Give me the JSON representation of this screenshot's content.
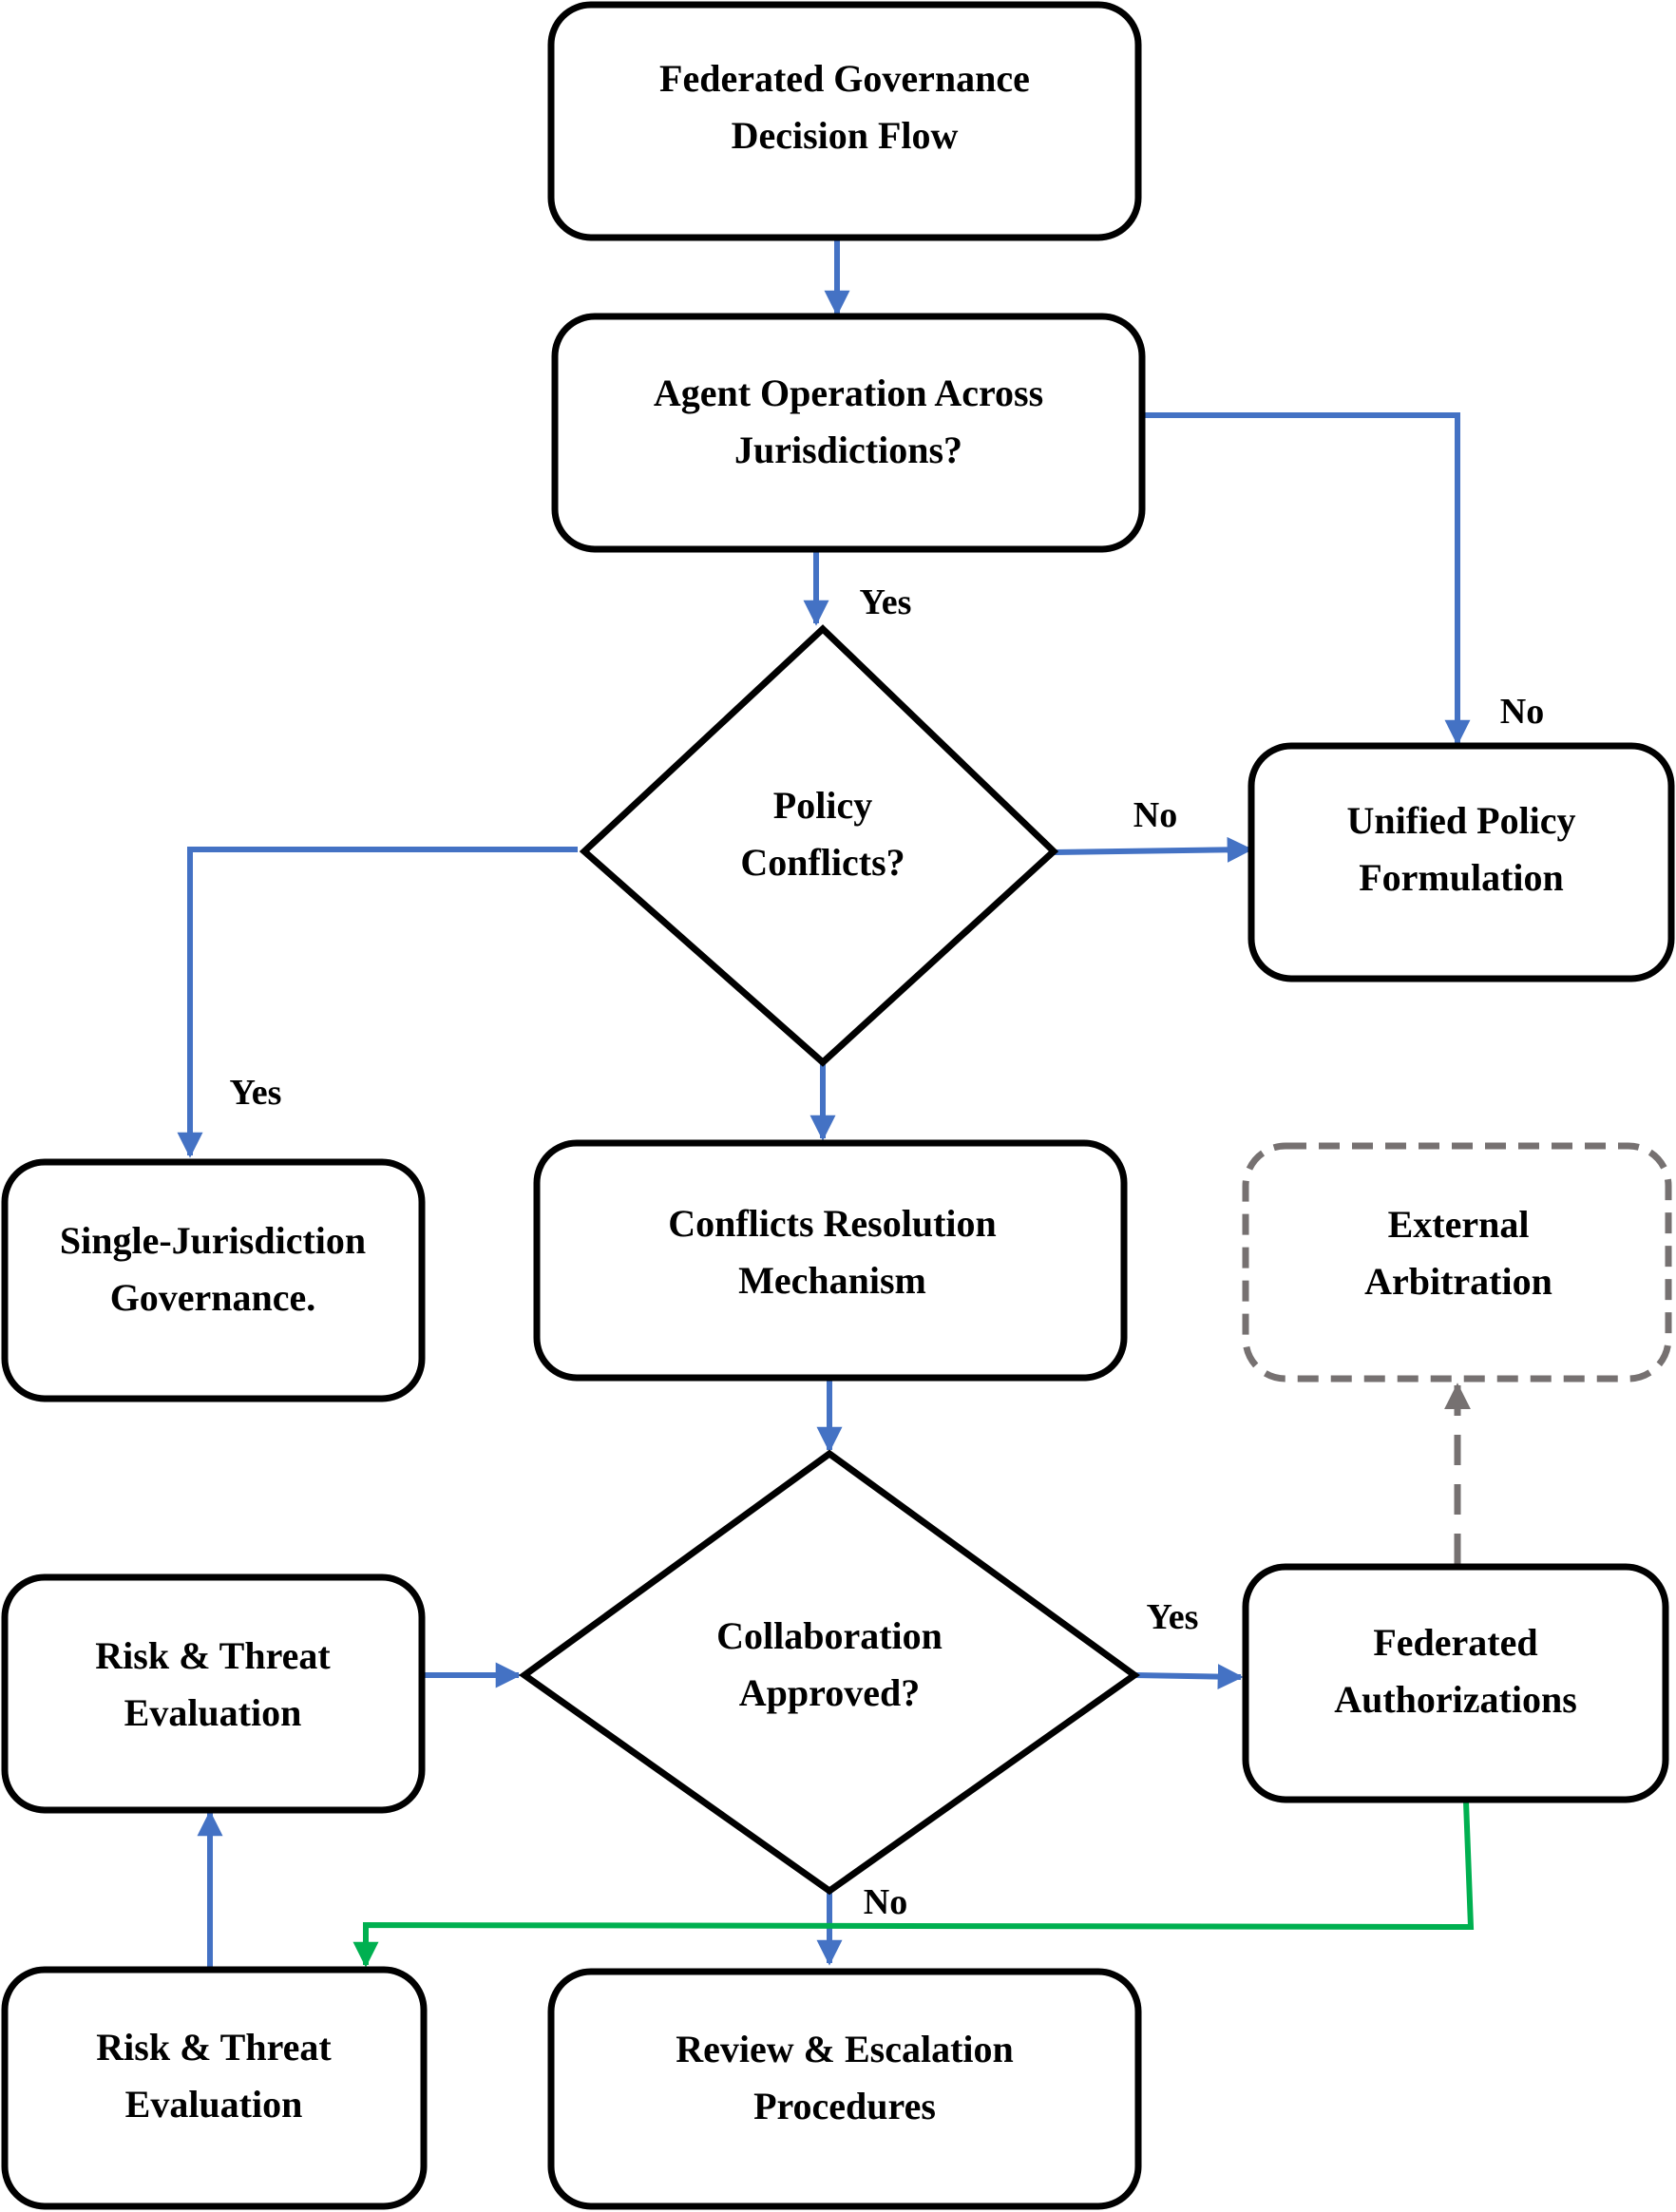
{
  "diagram": {
    "nodes": {
      "start": {
        "line1": "Federated Governance",
        "line2": "Decision Flow"
      },
      "agent_operation": {
        "line1": "Agent Operation Across",
        "line2": "Jurisdictions?"
      },
      "policy_conflicts": {
        "line1": "Policy",
        "line2": "Conflicts?"
      },
      "unified_policy": {
        "line1": "Unified Policy",
        "line2": "Formulation"
      },
      "single_jurisdiction": {
        "line1": "Single-Jurisdiction",
        "line2": "Governance."
      },
      "conflicts_resolution": {
        "line1": "Conflicts Resolution",
        "line2": "Mechanism"
      },
      "external_arbitration": {
        "line1": "External",
        "line2": "Arbitration"
      },
      "risk_threat_upper": {
        "line1": "Risk & Threat",
        "line2": "Evaluation"
      },
      "collaboration_approved": {
        "line1": "Collaboration",
        "line2": "Approved?"
      },
      "federated_authorizations": {
        "line1": "Federated",
        "line2": "Authorizations"
      },
      "risk_threat_lower": {
        "line1": "Risk & Threat",
        "line2": "Evaluation"
      },
      "review_escalation": {
        "line1": "Review & Escalation",
        "line2": "Procedures"
      }
    },
    "edge_labels": {
      "agent_yes": "Yes",
      "agent_no": "No",
      "policy_no": "No",
      "policy_yes": "Yes",
      "collab_yes": "Yes",
      "collab_no": "No"
    },
    "colors": {
      "main_flow": "#4472C4",
      "feedback_flow": "#00B050",
      "optional_flow": "#767171",
      "node_border": "#000000"
    }
  }
}
